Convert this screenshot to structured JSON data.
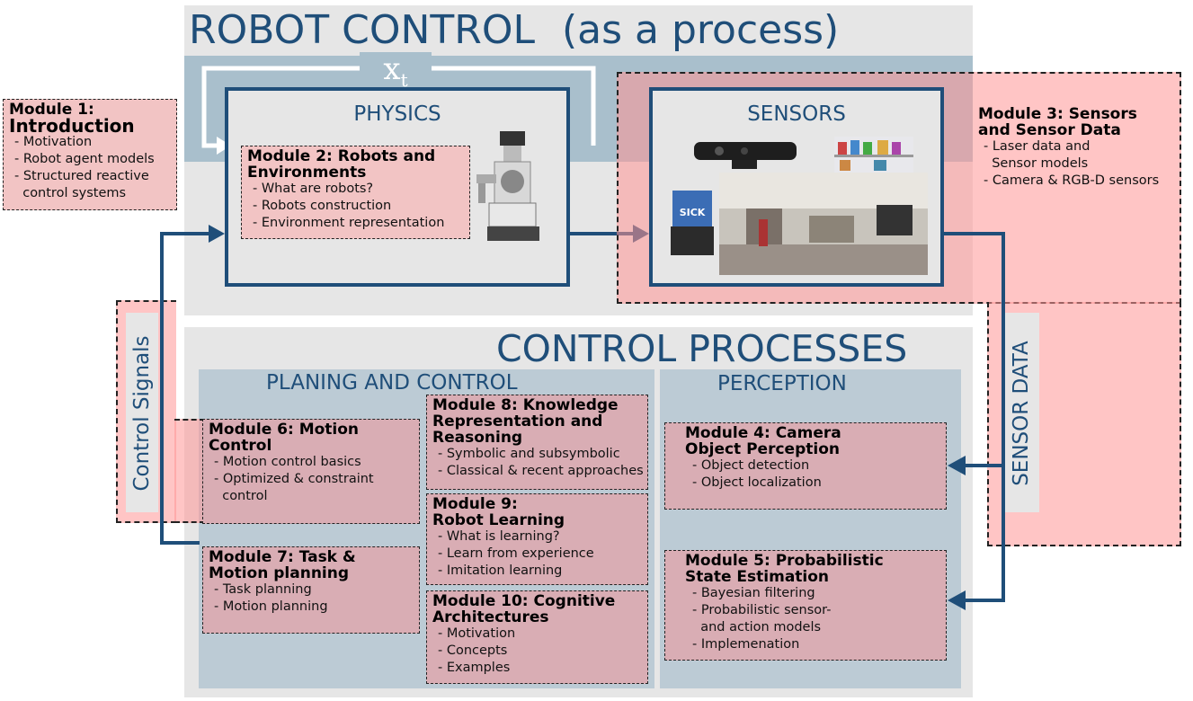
{
  "titles": {
    "robot_control": "ROBOT CONTROL",
    "as_process": "(as a process)",
    "control_processes": "CONTROL PROCESSES",
    "planing_and_control": "PLANING AND CONTROL",
    "perception": "PERCEPTION",
    "physics": "PHYSICS",
    "sensors": "SENSORS",
    "state_var": "x",
    "state_sub": "t",
    "control_signals": "Control Signals",
    "sensor_data": "SENSOR DATA"
  },
  "modules": {
    "m1": {
      "title1": "Module 1:",
      "title2": "Introduction",
      "items": [
        "- Motivation",
        "- Robot agent models",
        "- Structured reactive",
        "  control systems"
      ]
    },
    "m2": {
      "title1": "Module 2: Robots and",
      "title2": "Environments",
      "items": [
        "- What are robots?",
        "- Robots construction",
        "- Environment representation"
      ]
    },
    "m3": {
      "title1": "Module 3: Sensors",
      "title2": "and Sensor Data",
      "items": [
        "- Laser data and",
        "  Sensor models",
        "- Camera & RGB-D sensors"
      ]
    },
    "m4": {
      "title1": "Module 4: Camera",
      "title2": "Object Perception",
      "items": [
        "- Object detection",
        "- Object localization"
      ]
    },
    "m5": {
      "title1": "Module 5: Probabilistic",
      "title2": "State Estimation",
      "items": [
        "- Bayesian filtering",
        "- Probabilistic sensor-",
        "  and action models",
        "- Implemenation"
      ]
    },
    "m6": {
      "title1": "Module 6: Motion",
      "title2": "Control",
      "items": [
        "- Motion control basics",
        "- Optimized & constraint",
        "  control"
      ]
    },
    "m7": {
      "title1": "Module 7: Task &",
      "title2": "Motion planning",
      "items": [
        "- Task planning",
        "- Motion planning"
      ]
    },
    "m8": {
      "title1": "Module 8: Knowledge",
      "title2": "Representation and",
      "title3": "Reasoning",
      "items": [
        "- Symbolic and subsymbolic",
        "- Classical & recent approaches"
      ]
    },
    "m9": {
      "title1": "Module 9:",
      "title2": "Robot Learning",
      "items": [
        "- What is learning?",
        "- Learn from experience",
        "- Imitation learning"
      ]
    },
    "m10": {
      "title1": "Module 10: Cognitive",
      "title2": "Architectures",
      "items": [
        "- Motivation",
        "- Concepts",
        "- Examples"
      ]
    }
  },
  "images": {
    "robot": "robot-photo",
    "kinect": "kinect-sensor-photo",
    "laser": "sick-laser-photo",
    "lab": "lab-room-photo",
    "shelf": "shelf-photo",
    "sick_logo": "SICK"
  },
  "colors": {
    "accent": "#1f4e79",
    "module_fill": "#f2c4c4",
    "gray_panel": "#e6e6e6",
    "blue_panel": "#bccbd5"
  }
}
